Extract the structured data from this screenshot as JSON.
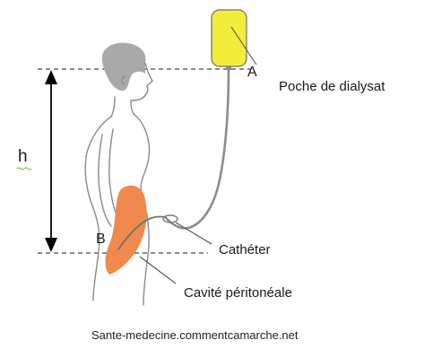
{
  "labels": {
    "point_a": "A",
    "point_b": "B",
    "height": "h",
    "dialysate_bag": "Poche de dialysat",
    "catheter": "Cathéter",
    "peritoneal_cavity": "Cavité péritonéale"
  },
  "source": "Sante-medecine.commentcamarche.net",
  "colors": {
    "bag": "#f2ec3a",
    "cavity": "#f0894e",
    "head": "#a9a9a9",
    "body_outline": "#8a8a8a",
    "tube": "#8c8c8c",
    "dashed": "#444444",
    "arrow": "#000000",
    "h_underline": "#7fbf3f"
  }
}
